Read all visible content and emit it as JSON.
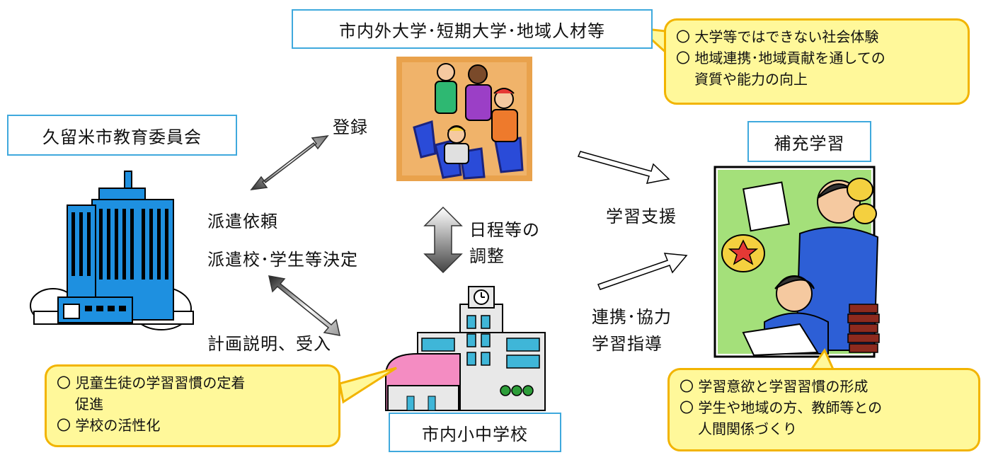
{
  "boxes": {
    "board": "久留米市教育委員会",
    "universities": "市内外大学･短期大学･地域人材等",
    "supplementary": "補充学習",
    "schools": "市内小中学校"
  },
  "labels": {
    "register": "登録",
    "dispatch_request": "派遣依頼",
    "dispatch_decision": "派遣校･学生等決定",
    "plan_explain": "計画説明、受入",
    "schedule_1": "日程等の",
    "schedule_2": "調整",
    "learning_support": "学習支援",
    "cooperation": "連携･協力",
    "learning_guidance": "学習指導"
  },
  "bubbles": {
    "universities": {
      "line1": "〇 大学等ではできない社会体験",
      "line2": "〇 地域連携･地域貢献を通しての",
      "line3": "資質や能力の向上"
    },
    "schools": {
      "line1": "〇 児童生徒の学習習慣の定着",
      "line2": "促進",
      "line3": "〇 学校の活性化"
    },
    "supplementary": {
      "line1": "〇 学習意欲と学習習慣の形成",
      "line2": "〇 学生や地域の方、教師等との",
      "line3": "人間関係づくり"
    }
  },
  "icons": {
    "building": "office-building-icon",
    "students": "seated-students-illustration",
    "school": "school-building-illustration",
    "study": "tutoring-illustration"
  },
  "colors": {
    "box_border": "#3fa9dd",
    "bubble_fill": "#fff89a",
    "bubble_border": "#f2b400",
    "building_blue": "#1e90e0"
  }
}
